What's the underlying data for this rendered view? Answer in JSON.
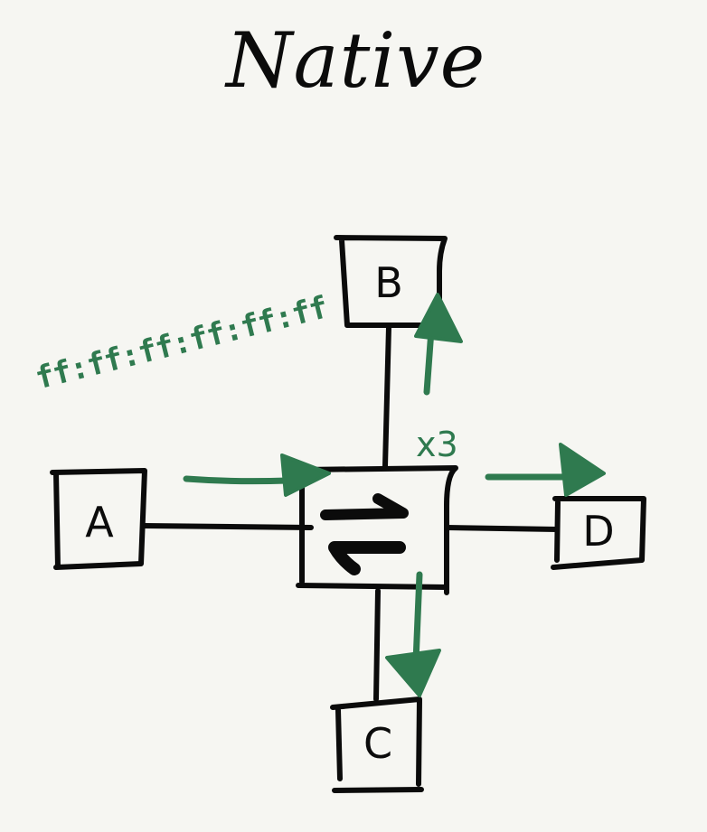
{
  "title": "Native",
  "nodes": {
    "a": "A",
    "b": "B",
    "c": "C",
    "d": "D"
  },
  "switch": {
    "icon": "swap-arrows-icon"
  },
  "annotations": {
    "mac_address": "ff:ff:ff:ff:ff:ff",
    "multiplier": "x3"
  },
  "colors": {
    "background": "#f6f6f2",
    "ink": "#0b0b0b",
    "accent_green": "#2f7a4f"
  }
}
